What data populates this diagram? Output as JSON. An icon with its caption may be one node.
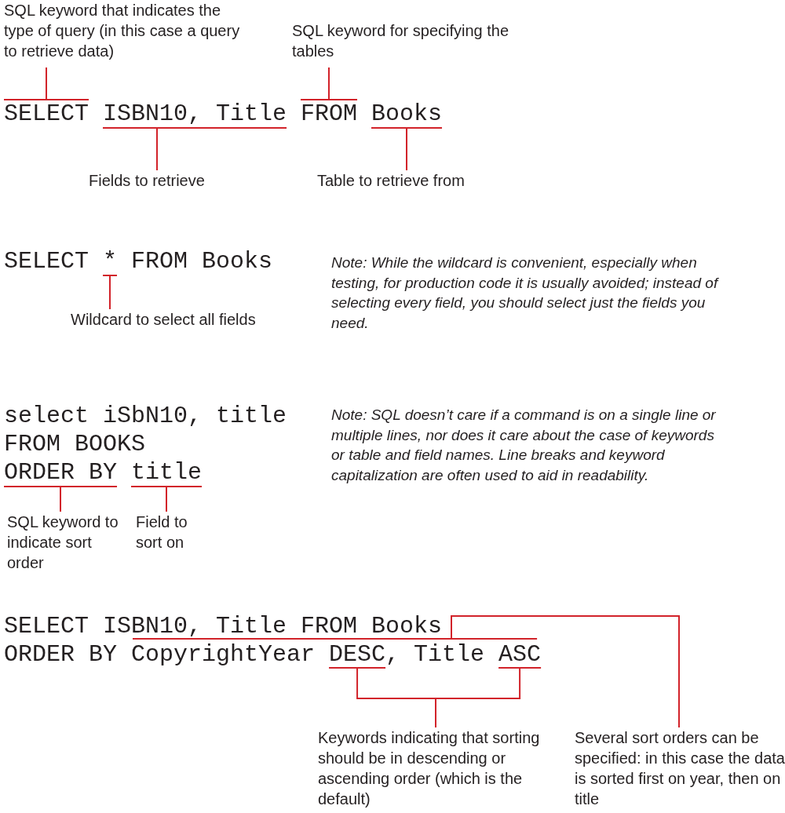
{
  "diagram": {
    "nodes": [
      {
        "text": [
          "SQL keyword that indicates the type of query (in this case a query to retrieve data)"
        ]
      },
      {
        "text": [
          "SQL keyword for specifying the tables"
        ]
      },
      {
        "text": [
          "SELECT"
        ]
      },
      {
        "text": [
          "ISBN10, Title"
        ]
      },
      {
        "text": [
          "FROM"
        ]
      },
      {
        "text": [
          "Books"
        ]
      },
      {
        "text": [
          "Fields to retrieve"
        ]
      },
      {
        "text": [
          "Table to retrieve from"
        ]
      },
      {
        "text": [
          "*"
        ]
      },
      {
        "text": [
          "Wildcard to select all fields"
        ]
      },
      {
        "text": [
          "ORDER BY"
        ]
      },
      {
        "text": [
          "title"
        ]
      },
      {
        "text": [
          "SQL keyword to indicate sort order"
        ]
      },
      {
        "text": [
          "Field to sort on"
        ]
      },
      {
        "text": [
          "CopyrightYear",
          ", Title"
        ]
      },
      {
        "text": [
          "DESC"
        ],
        "in": 14
      },
      {
        "text": [
          "ASC"
        ],
        "in": 14
      },
      {
        "text": [
          "Keywords indicating that sorting should be in descending or ascending order (which is the default)"
        ]
      },
      {
        "text": [
          "Several sort orders can be specified: in this case the data is sorted first on year, then on title"
        ]
      }
    ],
    "edges": [
      {
        "from": 0,
        "to": 2,
        "arrow": "none"
      },
      {
        "from": 1,
        "to": 4,
        "arrow": "none"
      },
      {
        "from": 6,
        "to": 3,
        "arrow": "none"
      },
      {
        "from": 7,
        "to": 5,
        "arrow": "none"
      },
      {
        "from": 9,
        "to": 8,
        "arrow": "none"
      },
      {
        "from": 12,
        "to": 10,
        "arrow": "none"
      },
      {
        "from": 13,
        "to": 11,
        "arrow": "none"
      },
      {
        "from": 17,
        "to": 15,
        "arrow": "none"
      },
      {
        "from": 17,
        "to": 16,
        "arrow": "none"
      },
      {
        "from": 18,
        "to": 14,
        "arrow": "none"
      }
    ],
    "labels": [
      "SELECT",
      "FROM Books",
      "Note: While the wildcard is convenient, especially when testing, for production code it is usually avoided; instead of selecting every field, you should select just the fields you need.",
      "select iSbN10, title",
      "Note: SQL doesn’t care if a command is on a single line or multiple lines, nor does it care about the case of keywords or table and field names. Line breaks and keyword capitalization are often used to aid in readability.",
      "FROM BOOKS",
      "SELECT ISBN10, Title FROM Books",
      "ORDER BY"
    ]
  }
}
